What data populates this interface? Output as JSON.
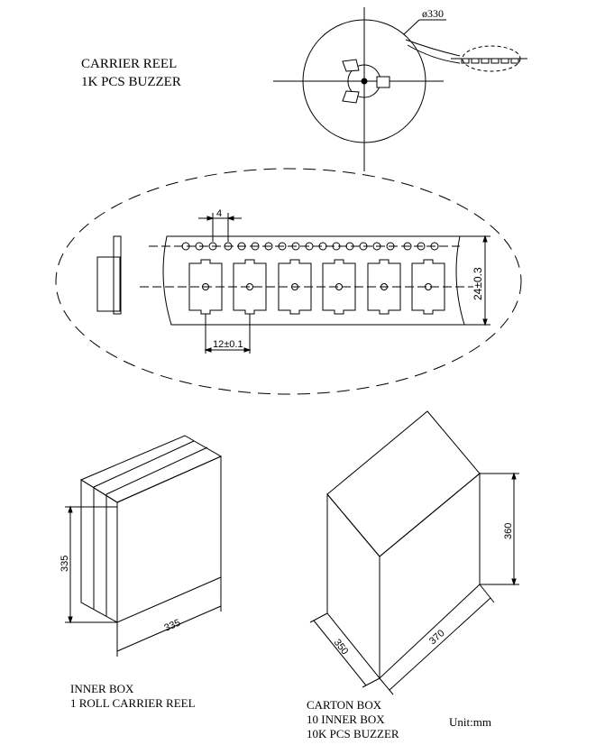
{
  "reel": {
    "title_line1": "CARRIER REEL",
    "title_line2": "1K PCS BUZZER",
    "diameter": "ø330"
  },
  "tape": {
    "hole_pitch": "4",
    "pocket_pitch": "12±0.1",
    "tape_width": "24±0.3"
  },
  "inner_box": {
    "height": "335",
    "width": "335",
    "caption_line1": "INNER BOX",
    "caption_line2": "1 ROLL CARRIER REEL"
  },
  "carton_box": {
    "height": "360",
    "length": "370",
    "depth": "350",
    "caption_line1": "CARTON BOX",
    "caption_line2": "10 INNER BOX",
    "caption_line3": "10K PCS BUZZER"
  },
  "unit": "Unit:mm"
}
